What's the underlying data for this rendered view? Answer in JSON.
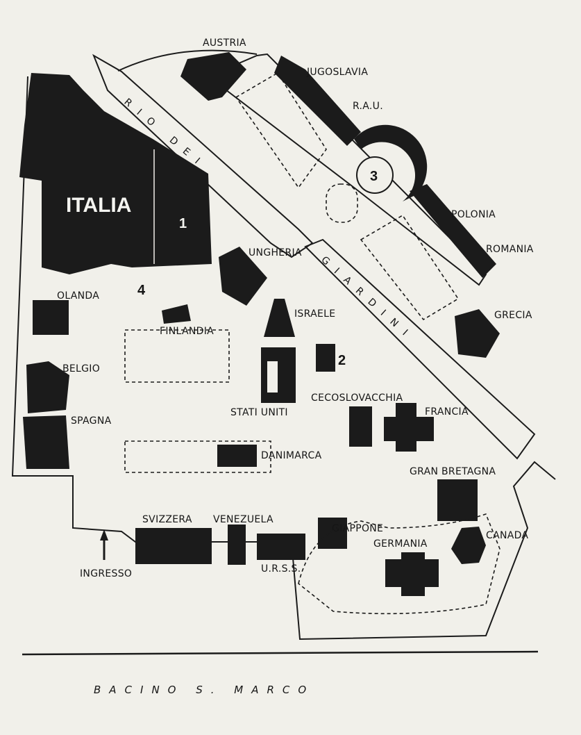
{
  "map": {
    "roads": {
      "rio_dei": "RIO DEI",
      "giardini": "GIARDINI"
    },
    "water": "BACINO S. MARCO",
    "entrance": "INGRESSO",
    "numbers": {
      "one": "1",
      "two": "2",
      "three": "3",
      "four": "4"
    },
    "pavilions": {
      "italia": "ITALIA",
      "austria": "AUSTRIA",
      "jugoslavia": "JUGOSLAVIA",
      "rau": "R.A.U.",
      "polonia": "POLONIA",
      "romania": "ROMANIA",
      "grecia": "GRECIA",
      "ungheria": "UNGHERIA",
      "olanda": "OLANDA",
      "finlandia": "FINLANDIA",
      "israele": "ISRAELE",
      "belgio": "BELGIO",
      "spagna": "SPAGNA",
      "stati_uniti": "STATI UNITI",
      "cecoslovacchia": "CECOSLOVACCHIA",
      "francia": "FRANCIA",
      "danimarca": "DANIMARCA",
      "gran_bretagna": "GRAN BRETAGNA",
      "svizzera": "SVIZZERA",
      "venezuela": "VENEZUELA",
      "giappone": "GIAPPONE",
      "germania": "GERMANIA",
      "canada": "CANADA",
      "urss": "U.R.S.S."
    }
  }
}
